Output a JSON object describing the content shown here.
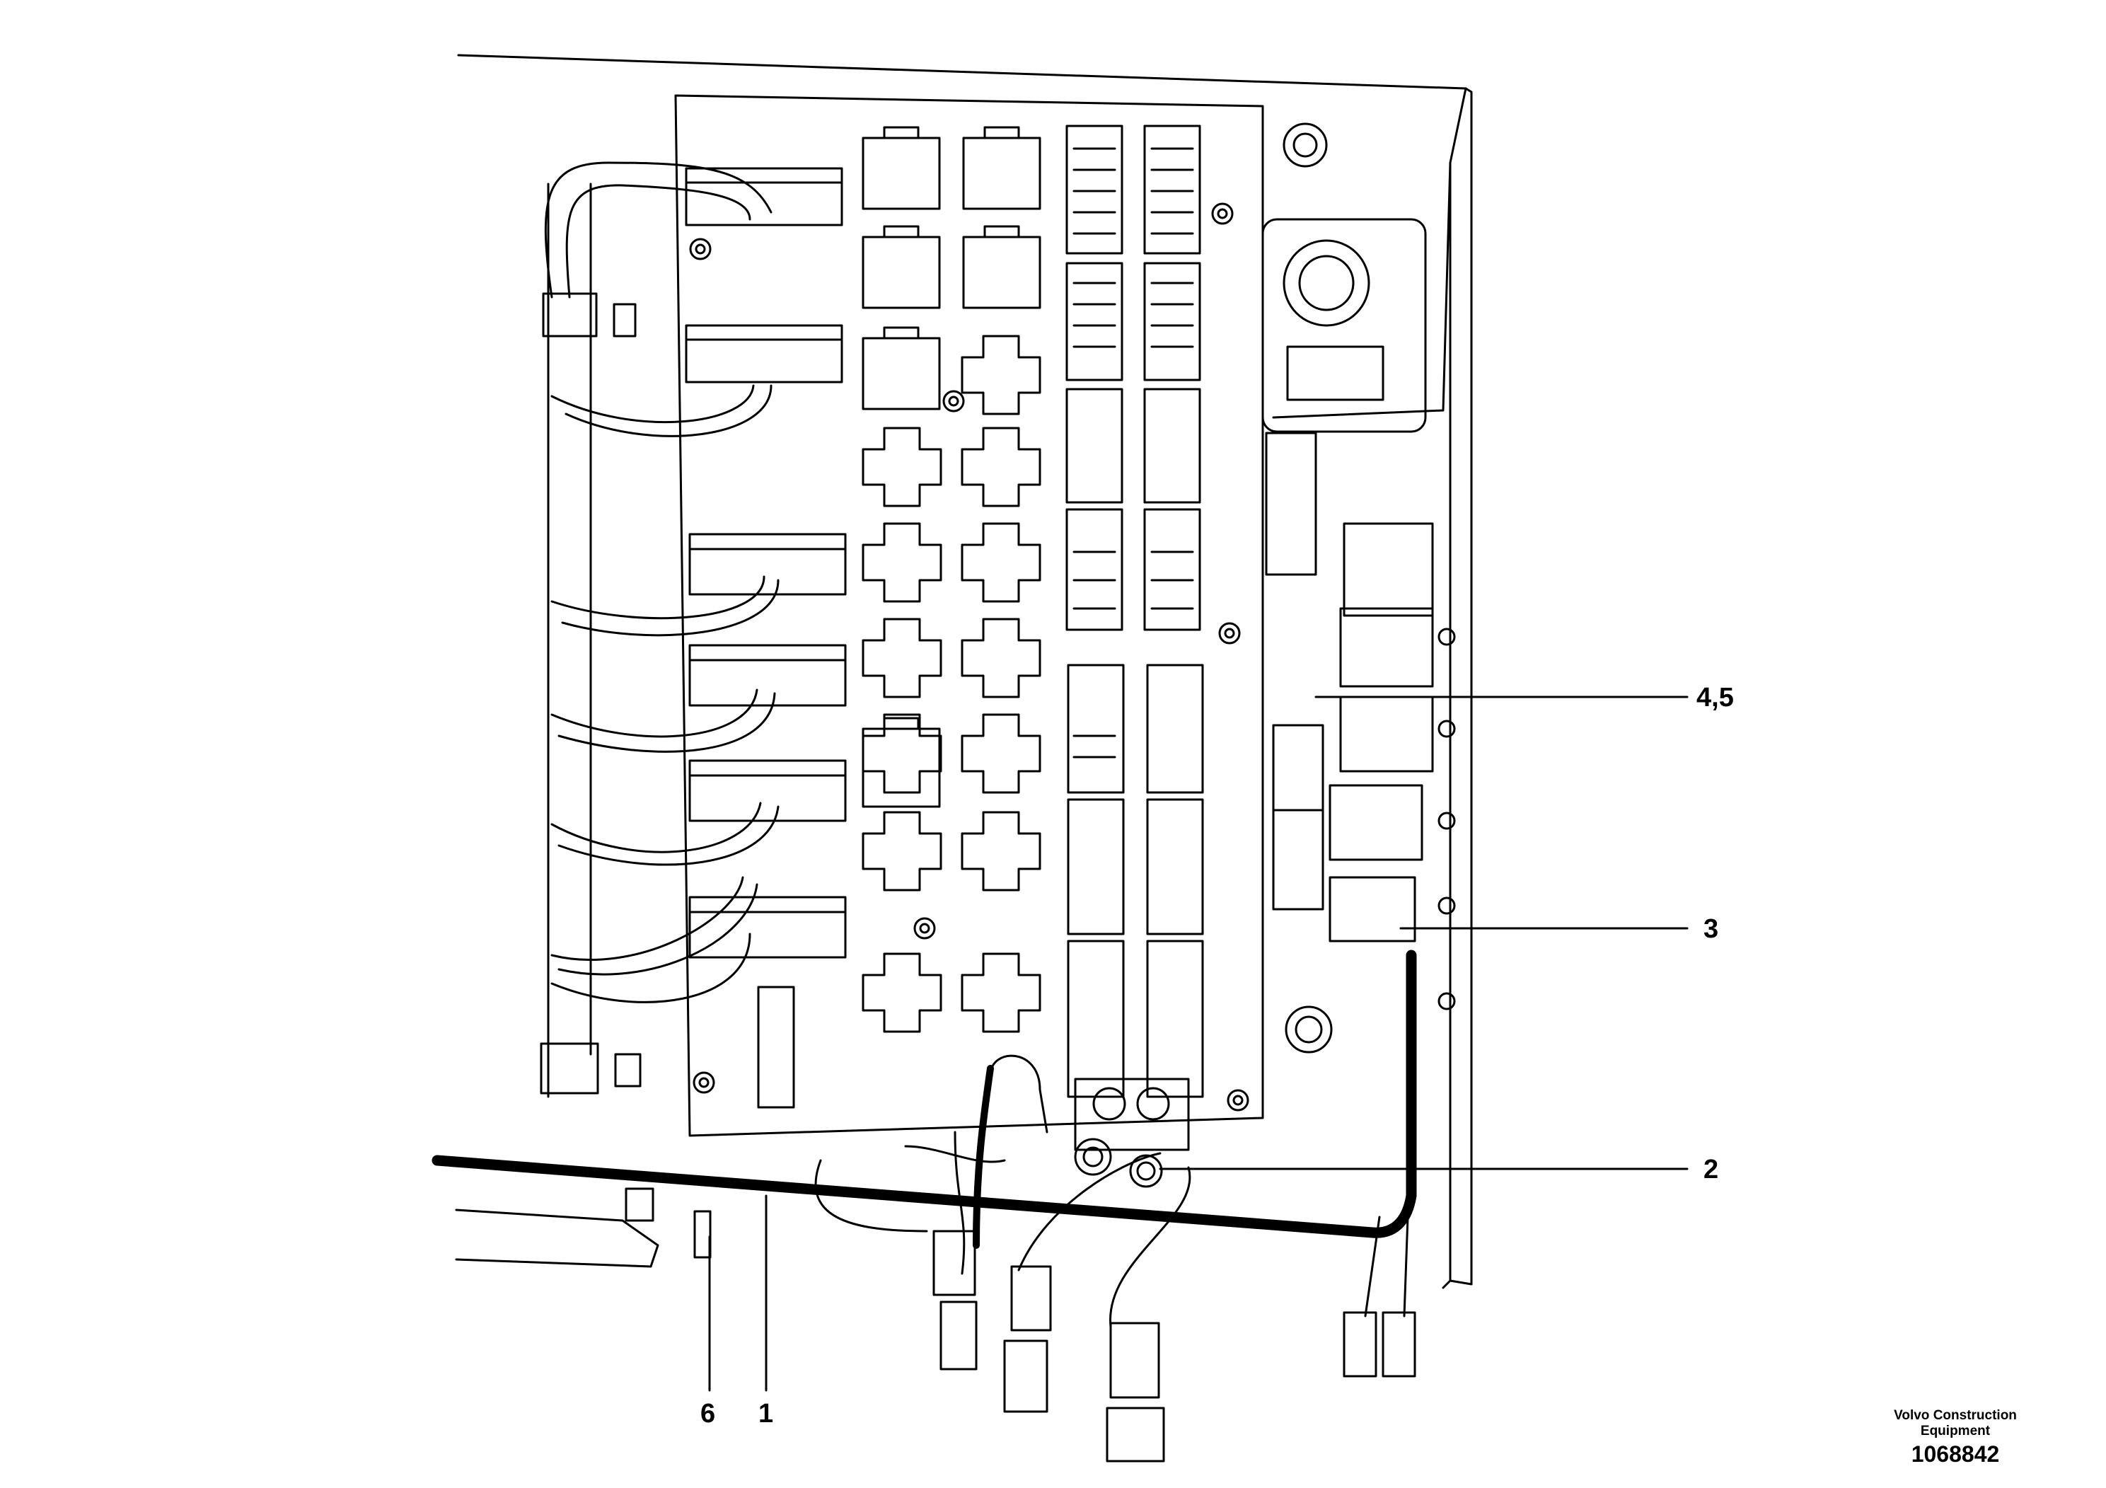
{
  "callouts": {
    "c45": "4,5",
    "c3": "3",
    "c2": "2",
    "c6": "6",
    "c1": "1"
  },
  "footer": {
    "brand_line1": "Volvo Construction",
    "brand_line2": "Equipment",
    "doc_number": "1068842"
  }
}
